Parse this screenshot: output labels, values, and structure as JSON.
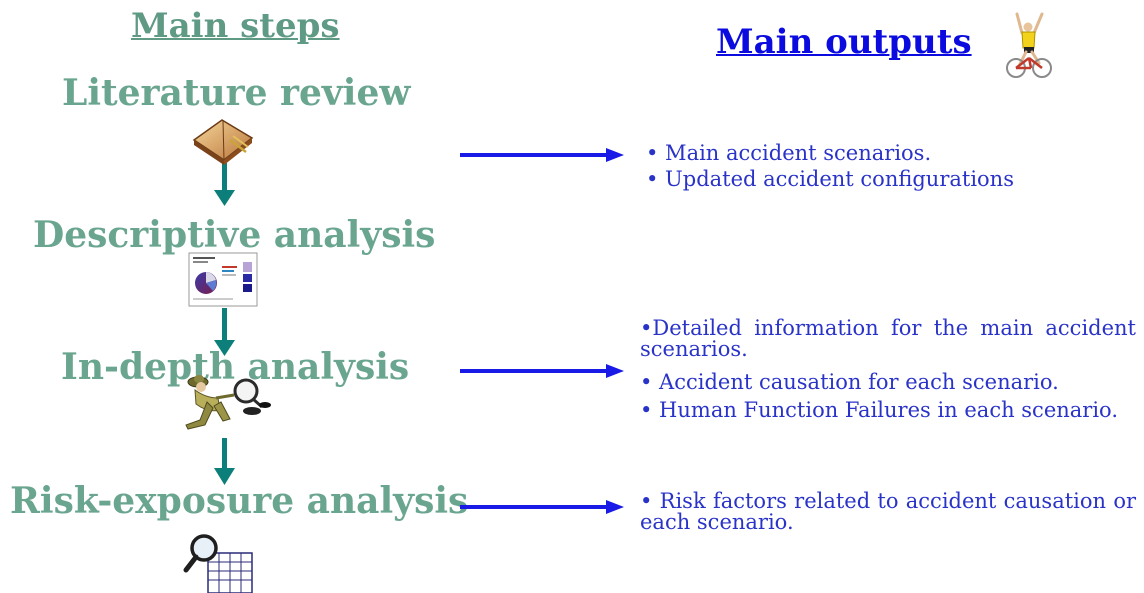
{
  "headings": {
    "steps": "Main steps",
    "outputs": "Main outputs"
  },
  "steps": [
    {
      "title": "Literature review",
      "icon": "book-icon"
    },
    {
      "title": "Descriptive analysis",
      "icon": "pie-chart-report-icon"
    },
    {
      "title": "In-depth analysis",
      "icon": "detective-magnifier-icon"
    },
    {
      "title": "Risk-exposure analysis",
      "icon": "magnifier-spreadsheet-icon"
    }
  ],
  "outputs": {
    "group1": [
      "• Main accident scenarios.",
      "• Updated accident configurations"
    ],
    "group2": [
      "•Detailed information for the main accident scenarios.",
      "• Accident causation for each scenario.",
      "• Human Function Failures in each scenario."
    ],
    "group3": [
      "• Risk factors related to accident causation or each scenario."
    ]
  },
  "icons": {
    "outputs_decoration": "cyclist-celebrating-icon"
  },
  "colors": {
    "step_text": "#6aa58f",
    "steps_heading": "#5f9a85",
    "outputs_heading": "#0b0be0",
    "outputs_text": "#2a33c8",
    "flow_arrow": "#0d7f7a",
    "output_arrow": "#1a1ae6"
  }
}
